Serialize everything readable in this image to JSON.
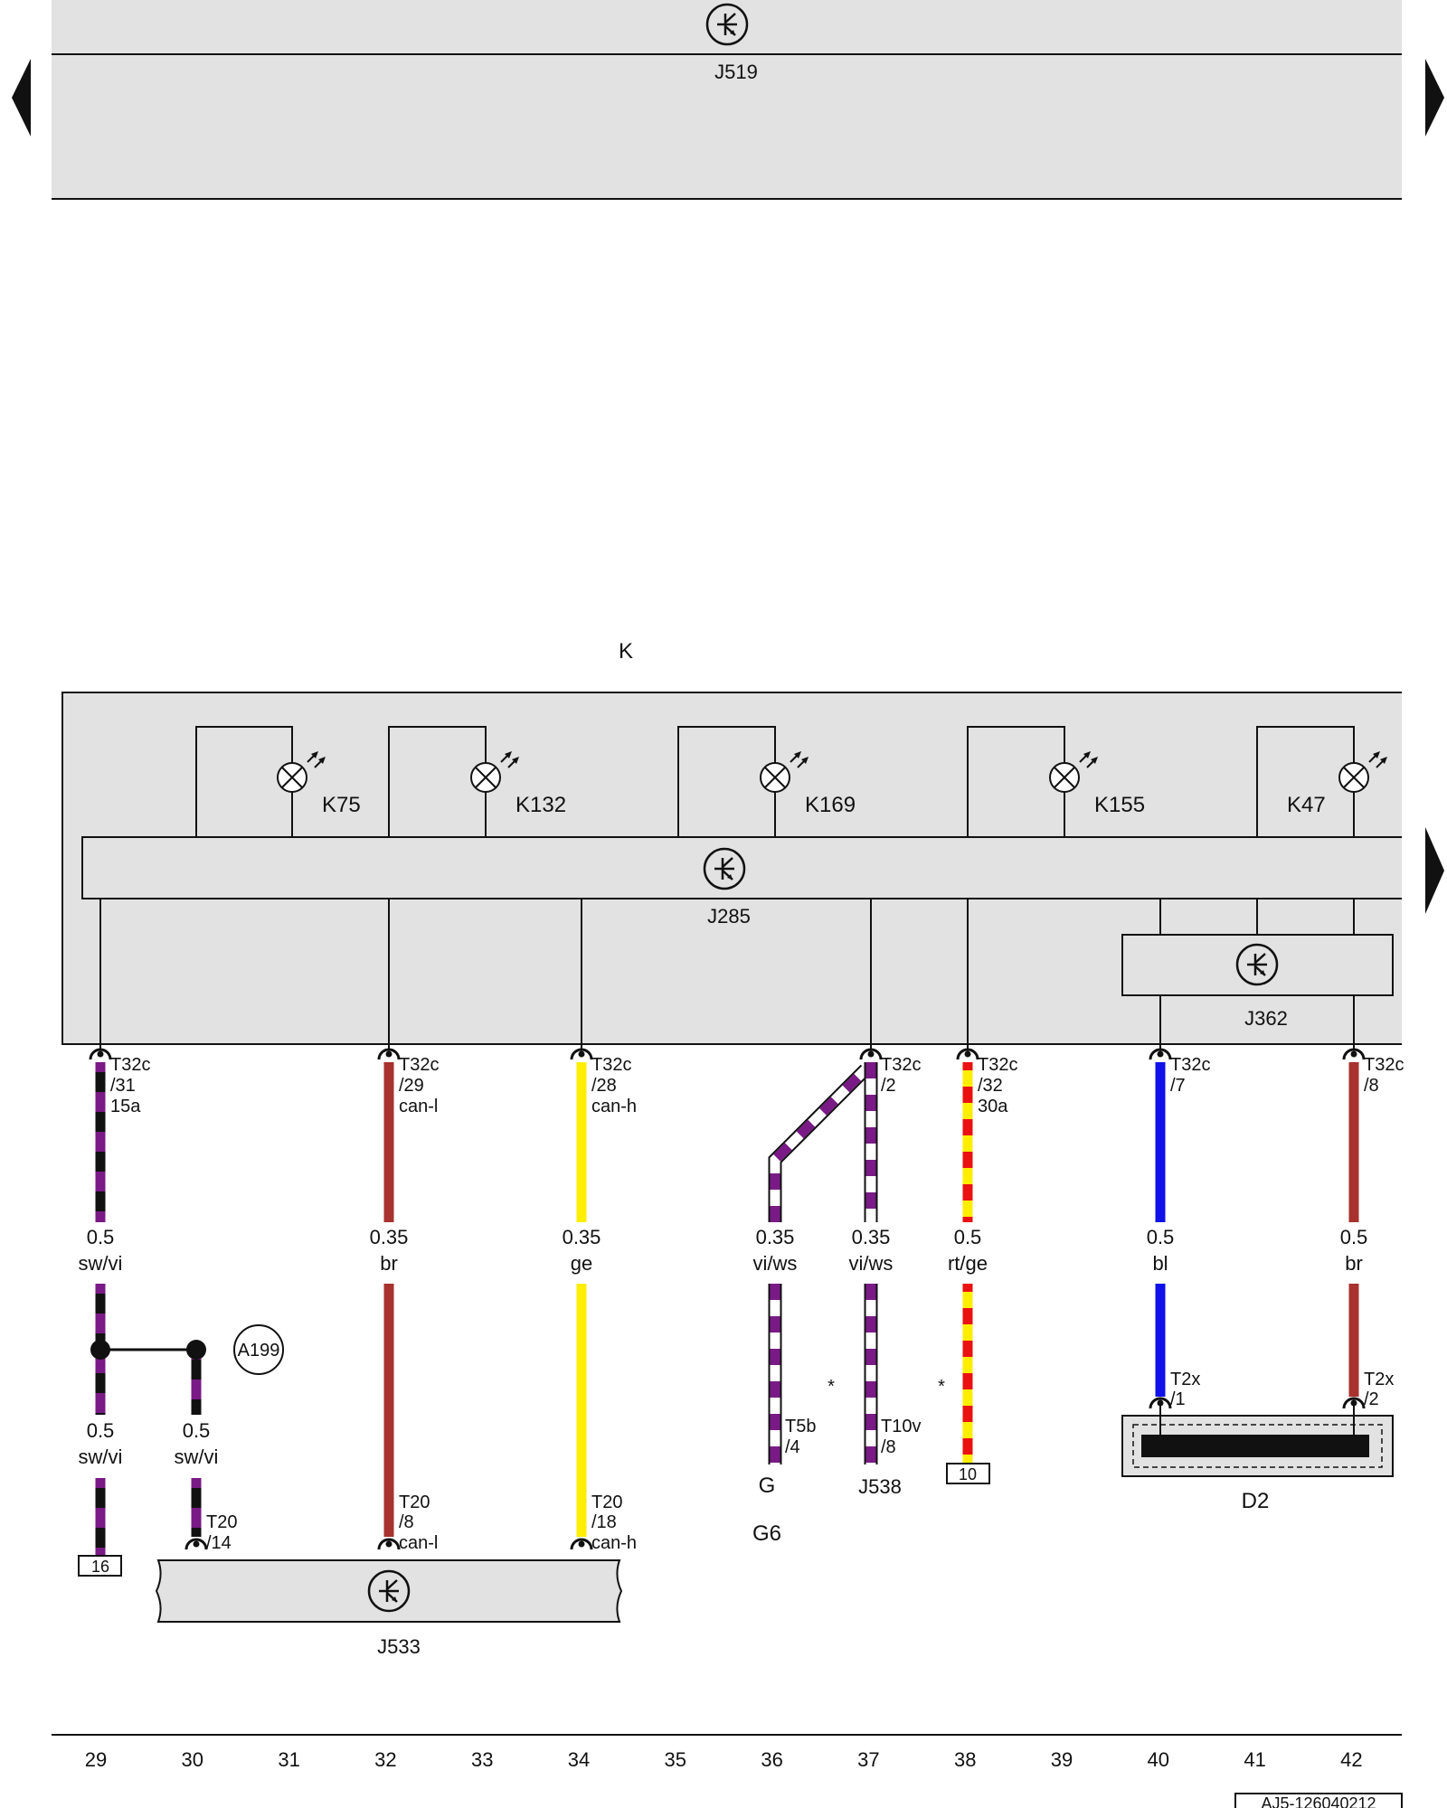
{
  "top_module": {
    "label": "J519"
  },
  "instrument_cluster": {
    "label": "K",
    "lamps": [
      {
        "label": "K75"
      },
      {
        "label": "K132"
      },
      {
        "label": "K169"
      },
      {
        "label": "K155"
      },
      {
        "label": "K47"
      }
    ],
    "control_unit": {
      "label": "J285"
    },
    "sub_unit": {
      "label": "J362"
    }
  },
  "connectors": [
    {
      "name": "T32c",
      "pin": "/31",
      "signal": "15a"
    },
    {
      "name": "T32c",
      "pin": "/29",
      "signal": "can-l"
    },
    {
      "name": "T32c",
      "pin": "/28",
      "signal": "can-h"
    },
    {
      "name": "T32c",
      "pin": "/2",
      "signal": ""
    },
    {
      "name": "T32c",
      "pin": "/32",
      "signal": "30a"
    },
    {
      "name": "T32c",
      "pin": "/7",
      "signal": ""
    },
    {
      "name": "T32c",
      "pin": "/8",
      "signal": ""
    }
  ],
  "wires": [
    {
      "size": "0.5",
      "color": "sw/vi"
    },
    {
      "size": "0.35",
      "color": "br"
    },
    {
      "size": "0.35",
      "color": "ge"
    },
    {
      "size": "0.35",
      "color": "vi/ws"
    },
    {
      "size": "0.35",
      "color": "vi/ws"
    },
    {
      "size": "0.5",
      "color": "rt/ge"
    },
    {
      "size": "0.5",
      "color": "bl"
    },
    {
      "size": "0.5",
      "color": "br"
    }
  ],
  "branch_wires": [
    {
      "size": "0.5",
      "color": "sw/vi"
    },
    {
      "size": "0.5",
      "color": "sw/vi"
    }
  ],
  "splice": {
    "label": "A199"
  },
  "ground_boxes": {
    "left": "16",
    "mid": "10"
  },
  "lower_connectors": {
    "t20_14": {
      "name": "T20",
      "pin": "/14"
    },
    "t20_8": {
      "name": "T20",
      "pin": "/8",
      "signal": "can-l"
    },
    "t20_18": {
      "name": "T20",
      "pin": "/18",
      "signal": "can-h"
    },
    "t5b": {
      "name": "T5b",
      "pin": "/4"
    },
    "t10v": {
      "name": "T10v",
      "pin": "/8"
    },
    "t2x_1": {
      "name": "T2x",
      "pin": "/1"
    },
    "t2x_2": {
      "name": "T2x",
      "pin": "/2"
    }
  },
  "components": {
    "j533": "J533",
    "g": "G",
    "g6": "G6",
    "j538": "J538",
    "d2": "D2"
  },
  "asterisk": "*",
  "column_numbers": [
    "29",
    "30",
    "31",
    "32",
    "33",
    "34",
    "35",
    "36",
    "37",
    "38",
    "39",
    "40",
    "41",
    "42"
  ],
  "doc_id": "AJ5-126040212",
  "colors": {
    "panel": "#e2e2e2",
    "black": "#111111",
    "violet": "#7a1a86",
    "brown": "#a8322e",
    "yellow": "#ffee00",
    "red": "#ea1111",
    "blue": "#1010e8",
    "white": "#ffffff"
  }
}
